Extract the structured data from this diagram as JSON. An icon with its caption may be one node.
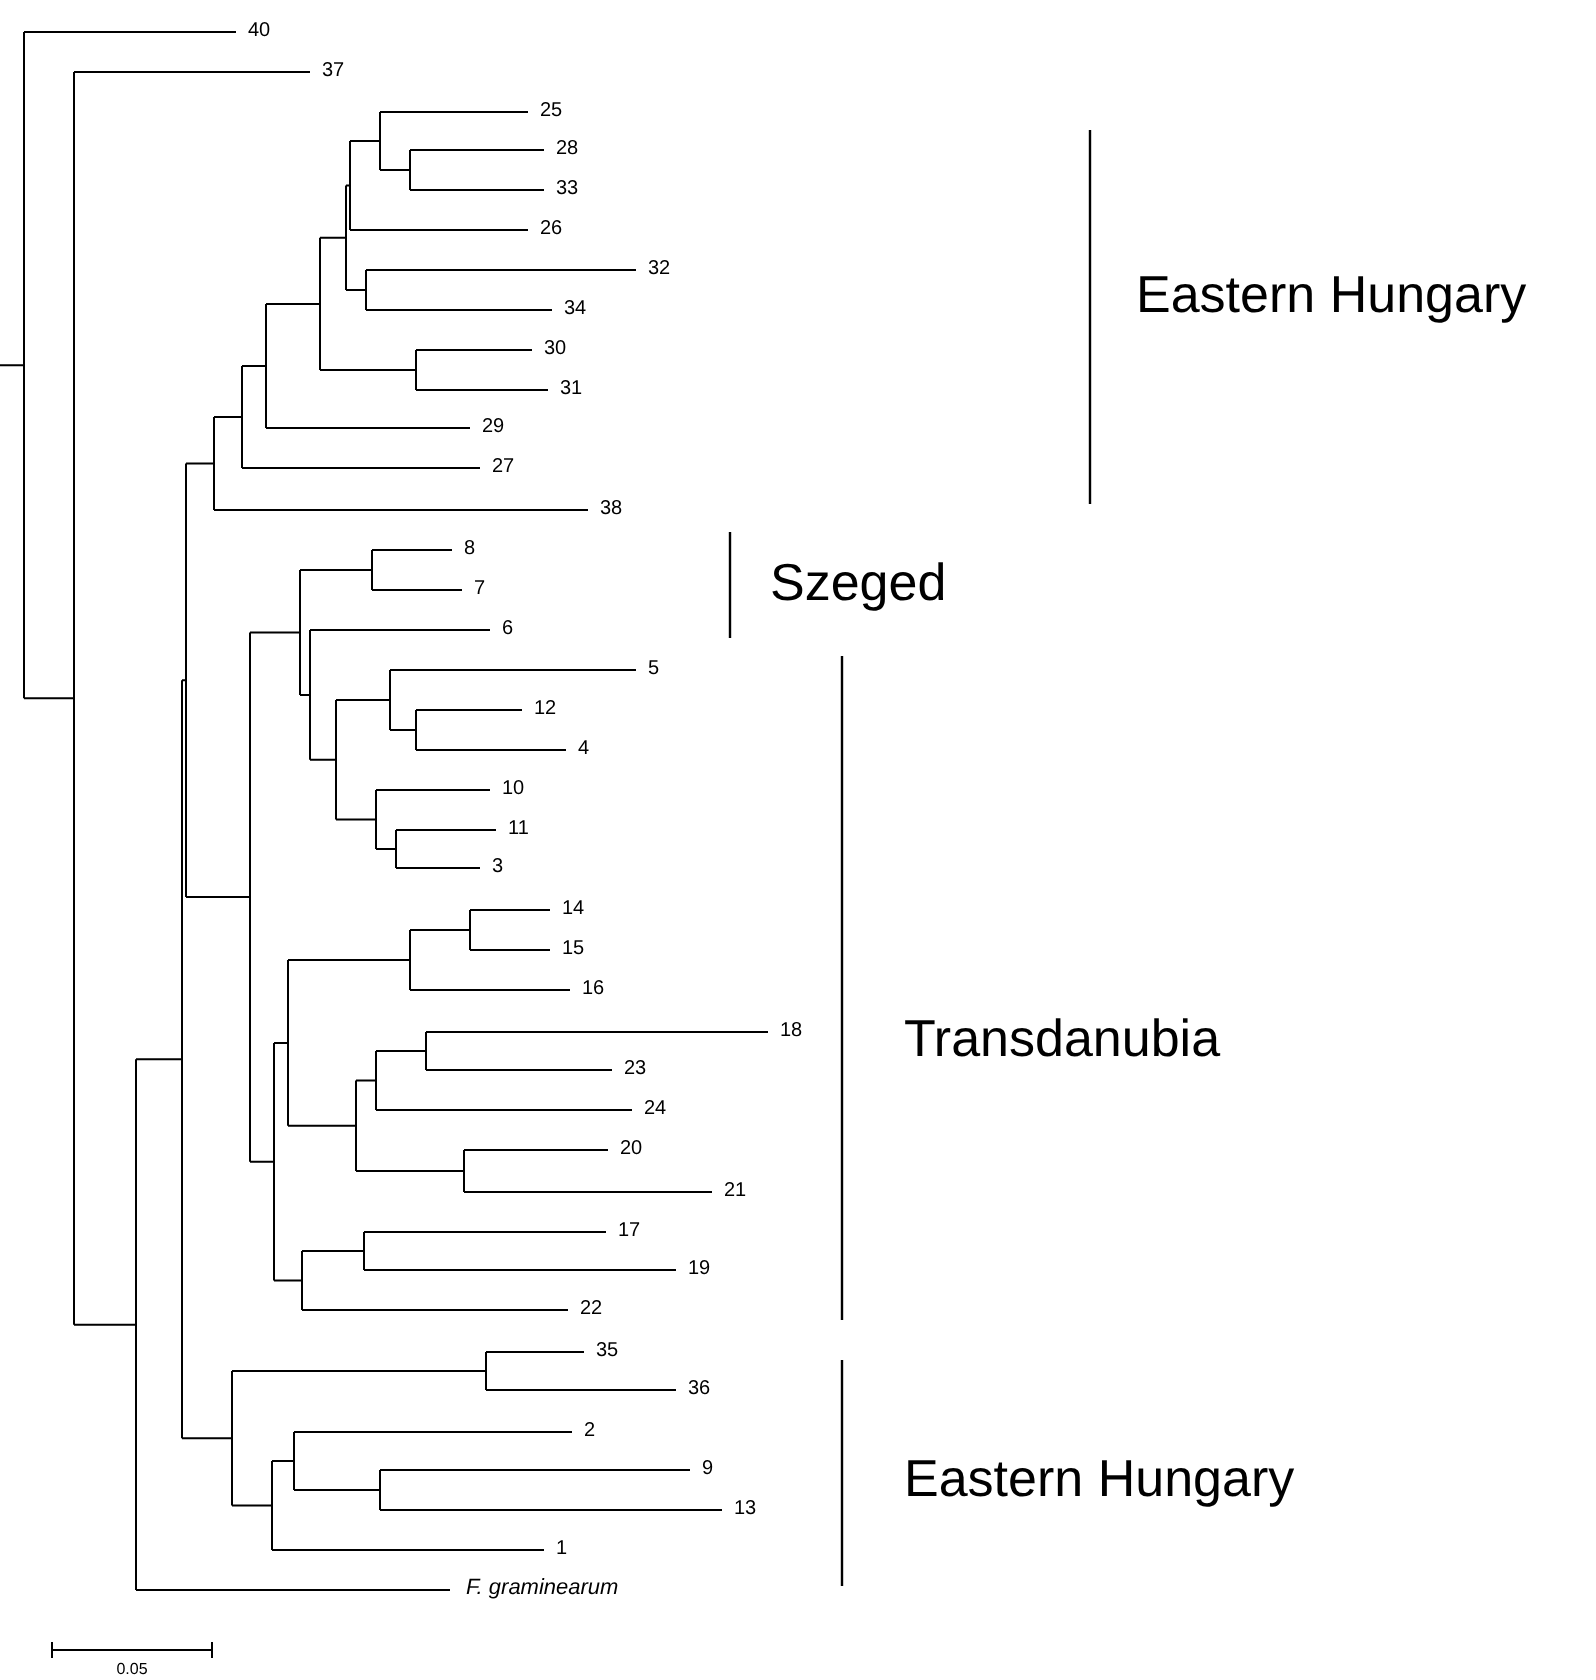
{
  "diagram": {
    "labels": [
      "40",
      "37",
      "25",
      "28",
      "33",
      "26",
      "32",
      "34",
      "Eastern Hungary",
      "30",
      "31",
      "29",
      "27",
      "38",
      "8",
      "Szeged",
      "7",
      "6",
      "5",
      "12",
      "4",
      "10",
      "11",
      "3",
      "14",
      "15",
      "16",
      "18",
      "Transdanubia",
      "23",
      "24",
      "20",
      "21",
      "17",
      "19",
      "22",
      "35",
      "36",
      "2",
      "9",
      "Eastern Hungary",
      "13",
      "1",
      "F. graminearum",
      "0.05"
    ]
  }
}
